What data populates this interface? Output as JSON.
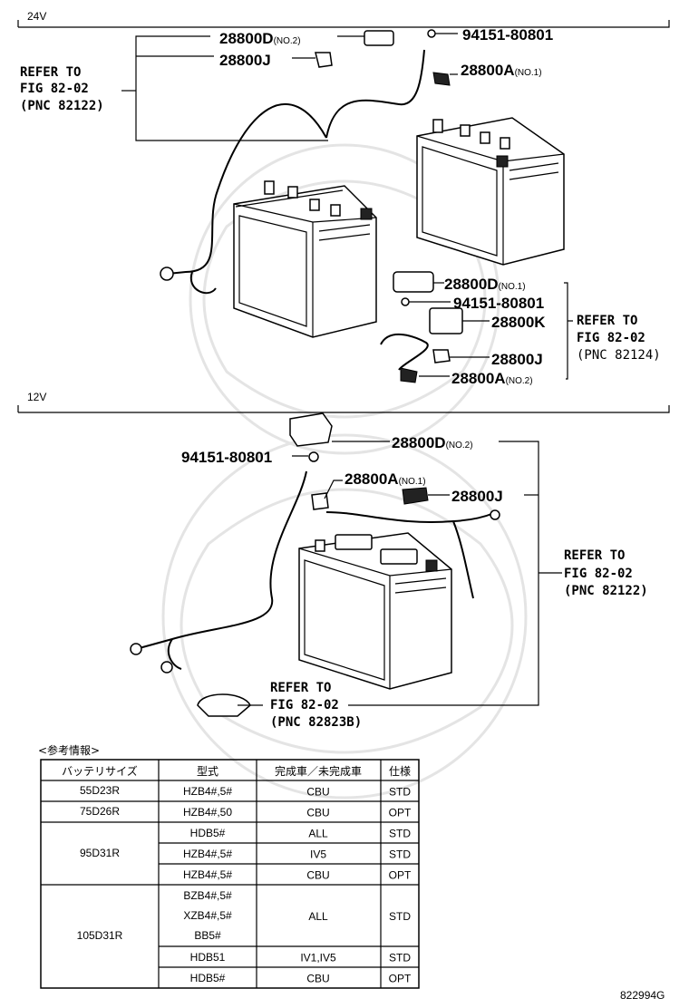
{
  "sections": {
    "v24": "24V",
    "v12": "12V"
  },
  "parts": {
    "p1": {
      "main": "28800D",
      "sub": "(NO.2)"
    },
    "p2": {
      "main": "28800J",
      "sub": ""
    },
    "p3": {
      "main": "94151-80801",
      "sub": ""
    },
    "p4": {
      "main": "28800A",
      "sub": "(NO.1)"
    },
    "p5": {
      "main": "28800D",
      "sub": "(NO.1)"
    },
    "p6": {
      "main": "94151-80801",
      "sub": ""
    },
    "p7": {
      "main": "28800K",
      "sub": ""
    },
    "p8": {
      "main": "28800J",
      "sub": ""
    },
    "p9": {
      "main": "28800A",
      "sub": "(NO.2)"
    },
    "p10": {
      "main": "28800D",
      "sub": "(NO.2)"
    },
    "p11": {
      "main": "94151-80801",
      "sub": ""
    },
    "p12": {
      "main": "28800A",
      "sub": "(NO.1)"
    },
    "p13": {
      "main": "28800J",
      "sub": ""
    }
  },
  "refs": {
    "r1": {
      "l1": "REFER TO",
      "l2": "FIG 82-02",
      "l3": "(PNC 82122)"
    },
    "r2": {
      "l1": "REFER TO",
      "l2": "FIG 82-02",
      "l3": "(PNC 82124)"
    },
    "r3": {
      "l1": "REFER TO",
      "l2": "FIG 82-02",
      "l3": "(PNC 82122)"
    },
    "r4": {
      "l1": "REFER TO",
      "l2": "FIG 82-02",
      "l3": "(PNC 82823B)"
    }
  },
  "table": {
    "title": "<参考情報>",
    "headers": [
      "バッテリサイズ",
      "型式",
      "完成車／未完成車",
      "仕様"
    ],
    "rows": [
      {
        "size": "55D23R",
        "models": [
          "HZB4#,5#"
        ],
        "status": "CBU",
        "spec": "STD"
      },
      {
        "size": "75D26R",
        "models": [
          "HZB4#,50"
        ],
        "status": "CBU",
        "spec": "OPT"
      },
      {
        "size": "95D31R",
        "models": [
          "HDB5#"
        ],
        "status": "ALL",
        "spec": "STD"
      },
      {
        "size": "",
        "models": [
          "HZB4#,5#"
        ],
        "status": "IV5",
        "spec": "STD"
      },
      {
        "size": "",
        "models": [
          "HZB4#,5#"
        ],
        "status": "CBU",
        "spec": "OPT"
      },
      {
        "size": "105D31R",
        "models": [
          "BZB4#,5#",
          "XZB4#,5#",
          "BB5#"
        ],
        "status": "ALL",
        "spec": "STD"
      },
      {
        "size": "",
        "models": [
          "HDB51"
        ],
        "status": "IV1,IV5",
        "spec": "STD"
      },
      {
        "size": "",
        "models": [
          "HDB5#"
        ],
        "status": "CBU",
        "spec": "OPT"
      }
    ]
  },
  "figure_id": "822994G"
}
